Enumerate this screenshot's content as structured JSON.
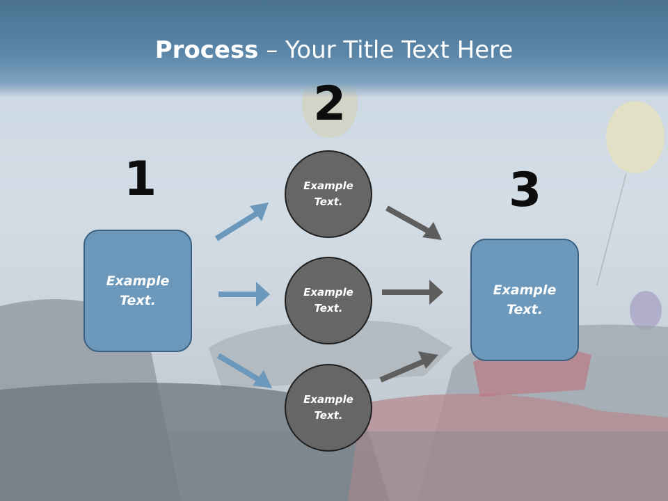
{
  "slide": {
    "title_bold": "Process",
    "title_rest": " – Your Title Text Here"
  },
  "steps": {
    "one": {
      "number": "1",
      "text_line1": "Example",
      "text_line2": "Text."
    },
    "two": {
      "number": "2"
    },
    "three": {
      "number": "3",
      "text_line1": "Example",
      "text_line2": "Text."
    }
  },
  "circles": [
    {
      "text_line1": "Example",
      "text_line2": "Text."
    },
    {
      "text_line1": "Example",
      "text_line2": "Text."
    },
    {
      "text_line1": "Example",
      "text_line2": "Text."
    }
  ],
  "colors": {
    "box_fill": "#6b98bb",
    "circle_fill": "#666666",
    "arrow_blue": "#6b98bb",
    "arrow_gray": "#5e5e5e",
    "header": "#5b86a8"
  }
}
